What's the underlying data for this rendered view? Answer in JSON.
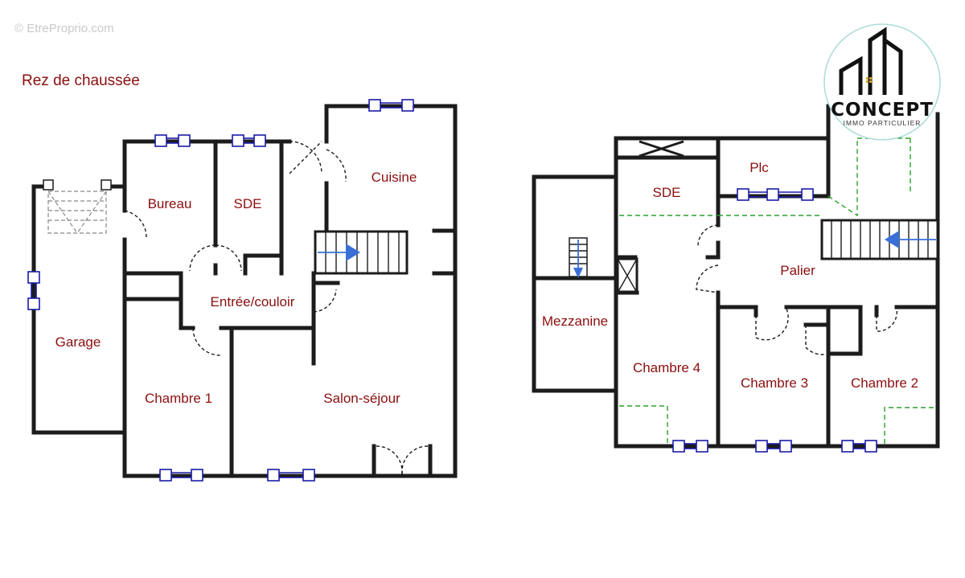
{
  "watermark": "© EtreProprio.com",
  "title": "Rez de chaussée",
  "logo": {
    "name": "CONCEPT",
    "subtitle": "IMMO PARTICULIER"
  },
  "ground_floor": {
    "rooms": {
      "garage": "Garage",
      "bureau": "Bureau",
      "sde": "SDE",
      "cuisine": "Cuisine",
      "entree": "Entrée/couloir",
      "chambre1": "Chambre 1",
      "salon": "Salon-séjour"
    }
  },
  "upper_floor": {
    "rooms": {
      "sde": "SDE",
      "plc": "Plc",
      "palier": "Palier",
      "mezzanine": "Mezzanine",
      "chambre4": "Chambre 4",
      "chambre3": "Chambre 3",
      "chambre2": "Chambre 2"
    }
  },
  "colors": {
    "label": "#8b0e0e",
    "window": "#1a1aa8",
    "arrow": "#3a6fd8",
    "slope": "#2aa02a",
    "wall": "#1c1c1c"
  }
}
